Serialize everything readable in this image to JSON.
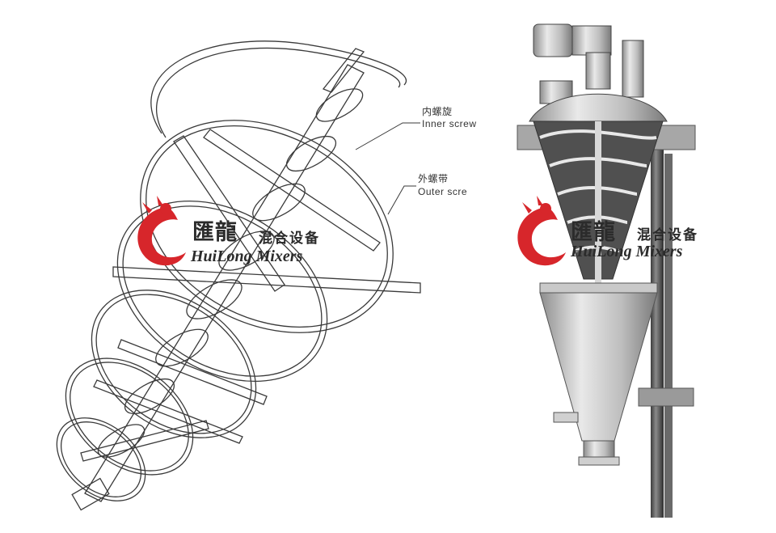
{
  "callouts": {
    "inner_cn": "内螺旋",
    "inner_en": "Inner screw",
    "outer_cn": "外螺带",
    "outer_en": "Outer scre"
  },
  "watermark": {
    "brand_cn": "匯龍",
    "sub_cn": "混合设备",
    "brand_en": "HuiLong Mixers",
    "logo_icon": "red-dragon-logo-icon"
  },
  "colors": {
    "logo_red": "#d7262b",
    "line": "#3a3a3a",
    "steel_light": "#e4e4e4",
    "steel_mid": "#b9b9b9",
    "steel_dark": "#5a5a5a"
  }
}
